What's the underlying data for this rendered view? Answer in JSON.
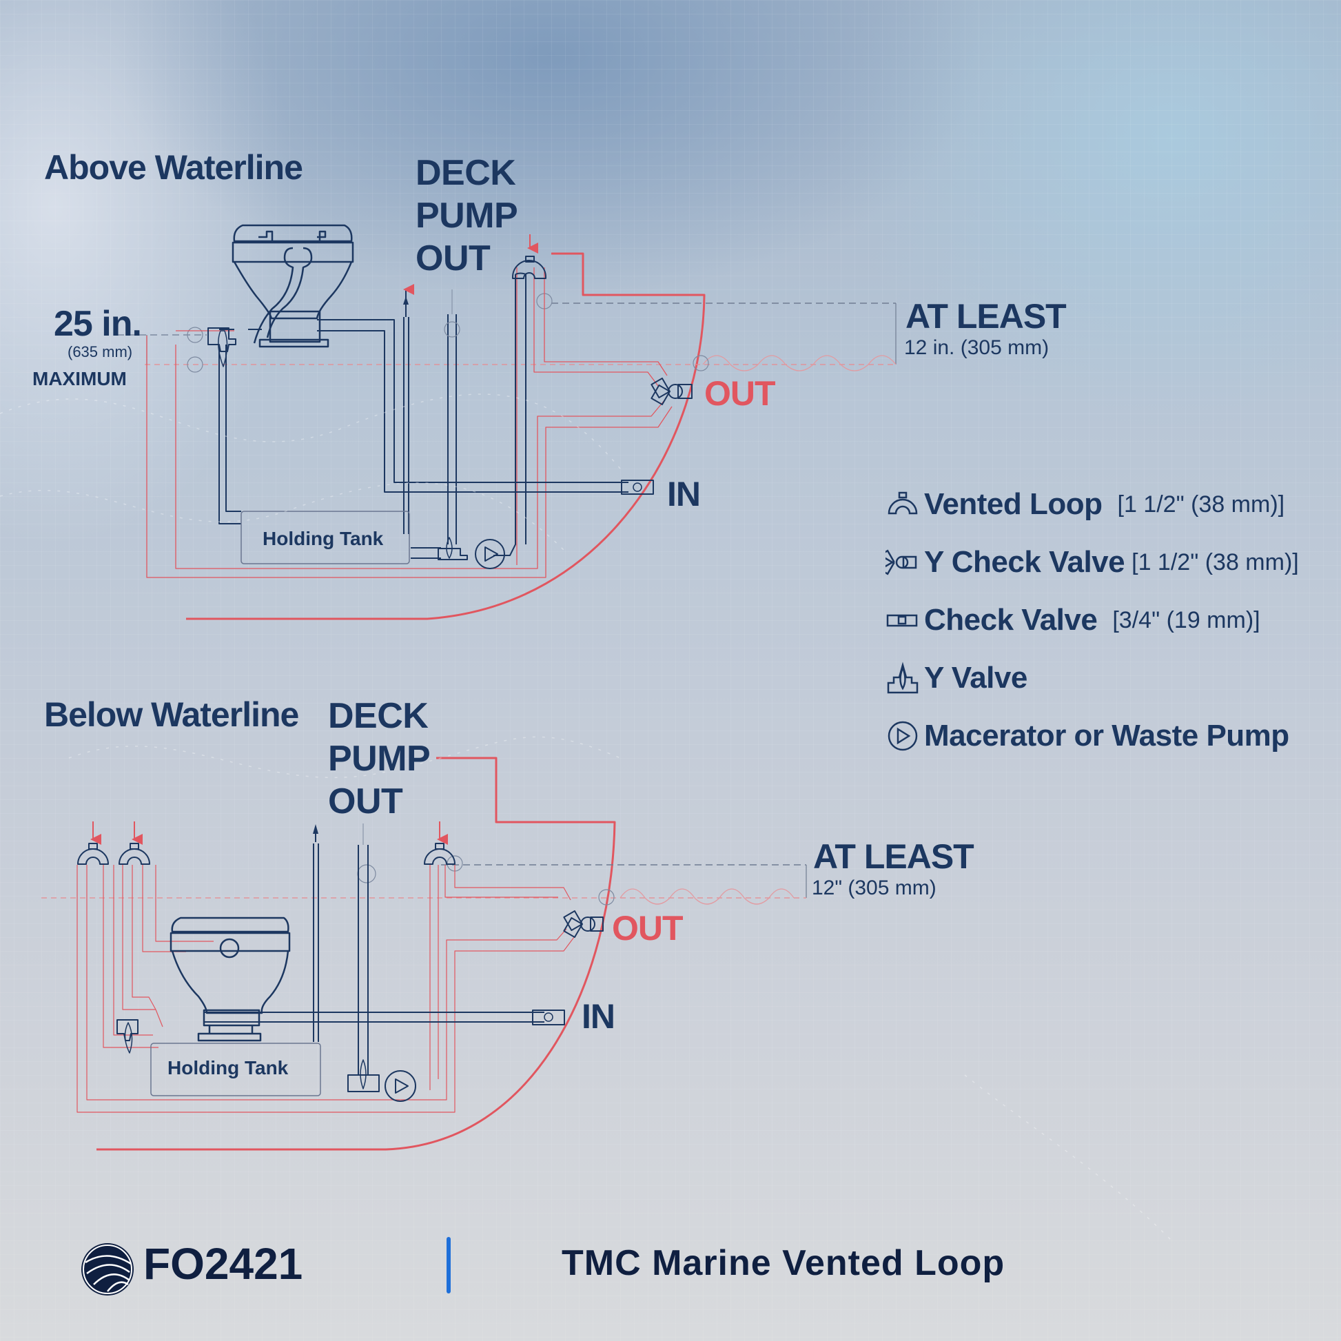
{
  "colors": {
    "navy": "#1c3760",
    "red": "#e1565f",
    "accent_blue": "#1e6fd9",
    "footer_text": "#0f1f40"
  },
  "above": {
    "title": "Above Waterline",
    "deck_pump_out": [
      "DECK",
      "PUMP",
      "OUT"
    ],
    "height_value": "25 in.",
    "height_metric": "(635 mm)",
    "height_qualifier": "MAXIMUM",
    "at_least_label": "AT LEAST",
    "at_least_value": "12 in. (305 mm)",
    "out_label": "OUT",
    "in_label": "IN",
    "tank_label": "Holding Tank"
  },
  "below": {
    "title": "Below Waterline",
    "deck_pump_out": [
      "DECK",
      "PUMP",
      "OUT"
    ],
    "at_least_label": "AT LEAST",
    "at_least_value": "12\" (305 mm)",
    "out_label": "OUT",
    "in_label": "IN",
    "tank_label": "Holding Tank"
  },
  "legend": [
    {
      "icon": "vented-loop-icon",
      "label": "Vented Loop",
      "size": "[1 1/2\" (38 mm)]"
    },
    {
      "icon": "y-check-valve-icon",
      "label": "Y Check Valve",
      "size": "[1 1/2\" (38 mm)]"
    },
    {
      "icon": "check-valve-icon",
      "label": "Check Valve",
      "size": "[3/4\" (19 mm)]"
    },
    {
      "icon": "y-valve-icon",
      "label": "Y Valve",
      "size": ""
    },
    {
      "icon": "pump-icon",
      "label": "Macerator or Waste Pump",
      "size": ""
    }
  ],
  "footer": {
    "brand": "FO2421",
    "product": "TMC Marine Vented Loop"
  }
}
